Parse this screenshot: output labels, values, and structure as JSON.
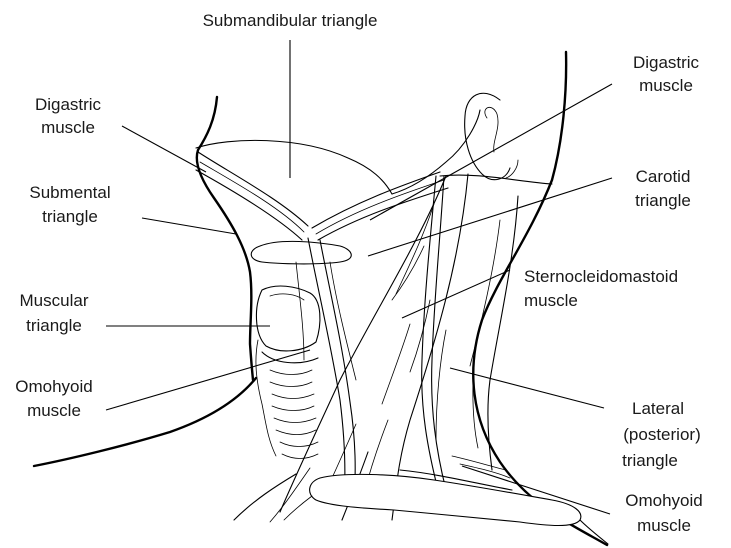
{
  "labels": {
    "submandibular_triangle": "Submandibular triangle",
    "digastric_left_1": "Digastric",
    "digastric_left_2": "muscle",
    "submental_1": "Submental",
    "submental_2": "triangle",
    "muscular_1": "Muscular",
    "muscular_2": "triangle",
    "omohyoid_left_1": "Omohyoid",
    "omohyoid_left_2": "muscle",
    "digastric_right_1": "Digastric",
    "digastric_right_2": "muscle",
    "carotid_1": "Carotid",
    "carotid_2": "triangle",
    "scm_1": "Sternocleidomastoid",
    "scm_2": "muscle",
    "lateral_1": "Lateral",
    "lateral_2": "(posterior)",
    "lateral_3": "triangle",
    "omohyoid_right_1": "Omohyoid",
    "omohyoid_right_2": "muscle"
  }
}
